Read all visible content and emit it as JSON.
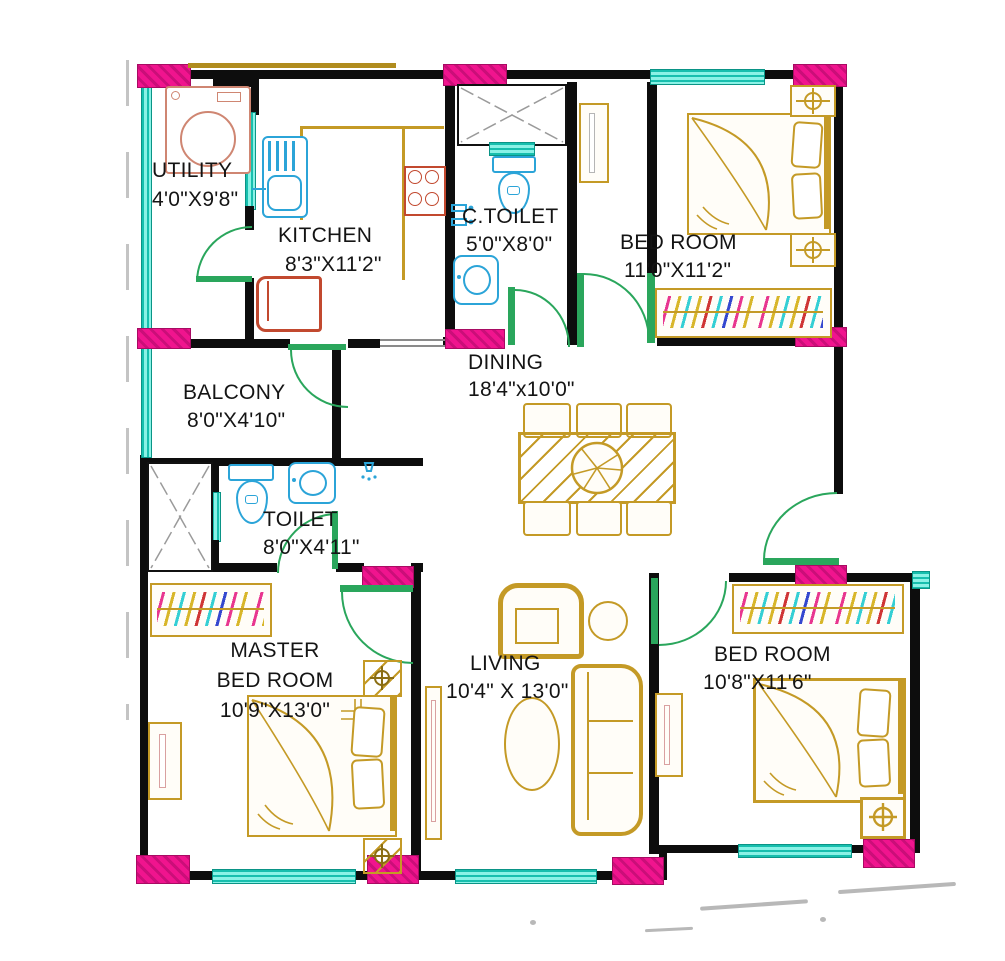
{
  "plan": {
    "type": "residential-floor-plan",
    "rooms": [
      {
        "name": "UTILITY",
        "dims": "4'0\"X9'8\""
      },
      {
        "name": "KITCHEN",
        "dims": "8'3\"X11'2\""
      },
      {
        "name": "C.TOILET",
        "dims": "5'0\"X8'0\""
      },
      {
        "name": "BED ROOM",
        "dims": "11'0\"X11'2\""
      },
      {
        "name": "DINING",
        "dims": "18'4\"x10'0\""
      },
      {
        "name": "BALCONY",
        "dims": "8'0\"X4'10\""
      },
      {
        "name": "TOILET",
        "dims": "8'0\"X4'11\""
      },
      {
        "name": "MASTER",
        "name2": "BED ROOM",
        "dims": "10'9\"X13'0\""
      },
      {
        "name": "LIVING",
        "dims": "10'4\" X 13'0\""
      },
      {
        "name": "BED ROOM",
        "dims": "10'8\"X11'6\""
      }
    ],
    "colors": {
      "wall": "#0d0d0d",
      "column": "#f0148e",
      "door": "#2aa65c",
      "window": "#3fe0c9",
      "furniture": "#c49a26",
      "fixture": "#2ba4d8",
      "appliance": "#c2492f",
      "washer": "#cf8672",
      "label": "#141414"
    }
  }
}
